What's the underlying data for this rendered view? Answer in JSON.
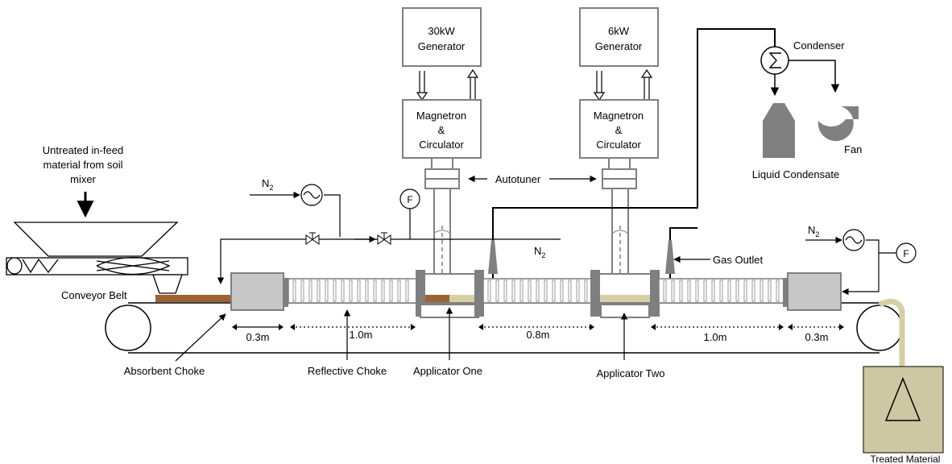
{
  "equipment": {
    "generator_1": "30kW",
    "generator_1_sub": "Generator",
    "generator_2": "6kW",
    "generator_2_sub": "Generator",
    "magnetron": [
      "Magnetron",
      "&",
      "Circulator"
    ],
    "autotuner": "Autotuner",
    "condenser": "Condenser",
    "liquid_condensate": "Liquid  Condensate",
    "fan": "Fan",
    "gas_outlet": "Gas Outlet",
    "infeed": [
      "Untreated  in-feed",
      "material from soil",
      "mixer"
    ],
    "conveyor_belt": "Conveyor Belt",
    "treated_material": "Treated Material",
    "flow_symbol": "F",
    "nitrogen_base": "N",
    "nitrogen_sub": "2"
  },
  "components": {
    "absorbent_choke": "Absorbent Choke",
    "reflective_choke": "Reflective  Choke",
    "applicator_one": "Applicator One",
    "applicator_two": "Applicator Two"
  },
  "dimensions": [
    "0.3m",
    "1.0m",
    "0.8m",
    "1.0m",
    "0.3m"
  ],
  "colors": {
    "untreated_material": "#9c6234",
    "treated_material": "#d6cfa5",
    "hopper_box": "#cdc7a2",
    "choke_grey": "#c7c7c7",
    "tank_grey": "#808080",
    "line": "#000000",
    "outline_grey": "#7f7f7f"
  }
}
